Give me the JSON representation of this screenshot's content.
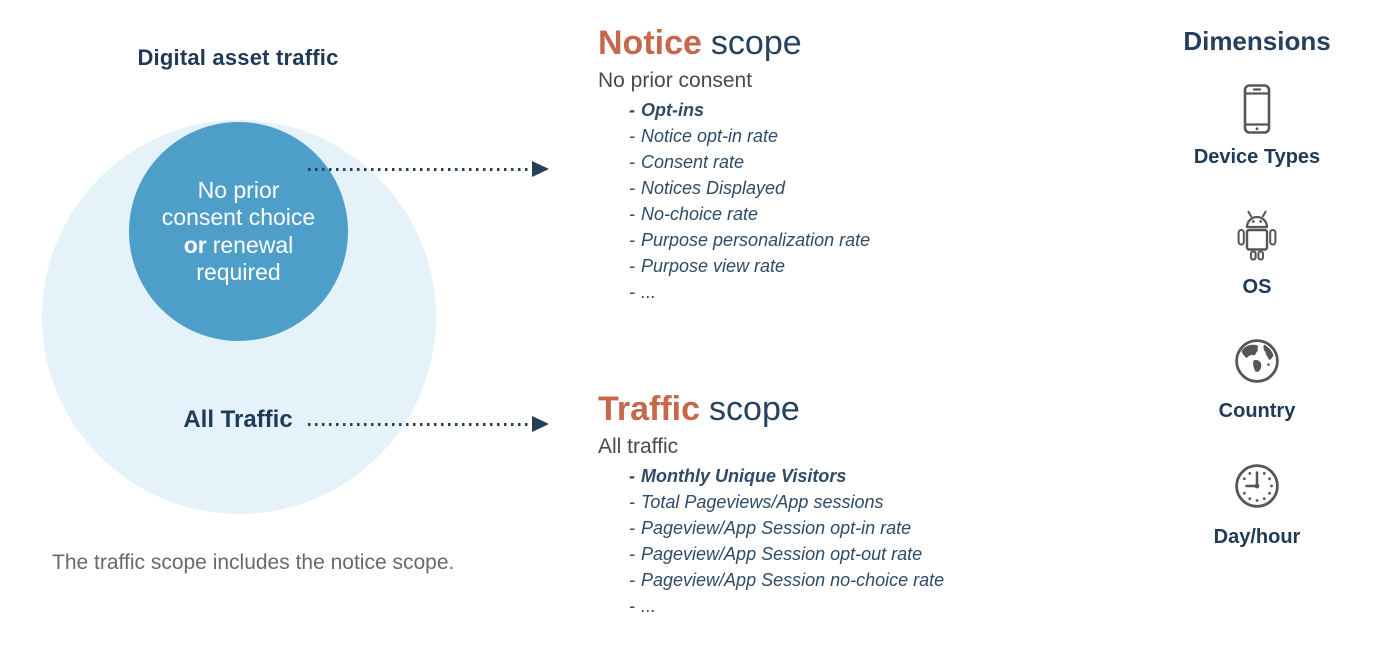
{
  "bullet": "-",
  "left_panel": {
    "title": "Digital asset traffic",
    "inner_circle": {
      "line1": "No prior",
      "line2": "consent choice",
      "line3_bold": "or",
      "line3_rest": "renewal",
      "line4": "required"
    },
    "all_traffic_label": "All Traffic",
    "caption": "The traffic scope includes the notice scope."
  },
  "notice_scope": {
    "title_accent": "Notice",
    "title_rest": "scope",
    "subtitle": "No prior consent",
    "items": [
      "Opt-ins",
      "Notice opt-in rate",
      "Consent rate",
      "Notices Displayed",
      "No-choice rate",
      "Purpose personalization rate",
      "Purpose view rate",
      "..."
    ]
  },
  "traffic_scope": {
    "title_accent": "Traffic",
    "title_rest": "scope",
    "subtitle": "All traffic",
    "items": [
      "Monthly Unique Visitors",
      "Total Pageviews/App sessions",
      "Pageview/App Session opt-in rate",
      "Pageview/App Session opt-out rate",
      "Pageview/App Session no-choice rate",
      "..."
    ]
  },
  "dimensions": {
    "title": "Dimensions",
    "items": [
      {
        "icon": "smartphone-icon",
        "label": "Device Types"
      },
      {
        "icon": "android-icon",
        "label": "OS"
      },
      {
        "icon": "globe-icon",
        "label": "Country"
      },
      {
        "icon": "clock-icon",
        "label": "Day/hour"
      }
    ]
  },
  "colors": {
    "accent_orange": "#c6684a",
    "navy": "#1e3a57",
    "inner_circle_blue": "#4e9eca",
    "outer_circle_blue": "#e5f2f9",
    "list_text": "#2e4b68",
    "icon_gray": "#565656",
    "caption_gray": "#696969"
  }
}
